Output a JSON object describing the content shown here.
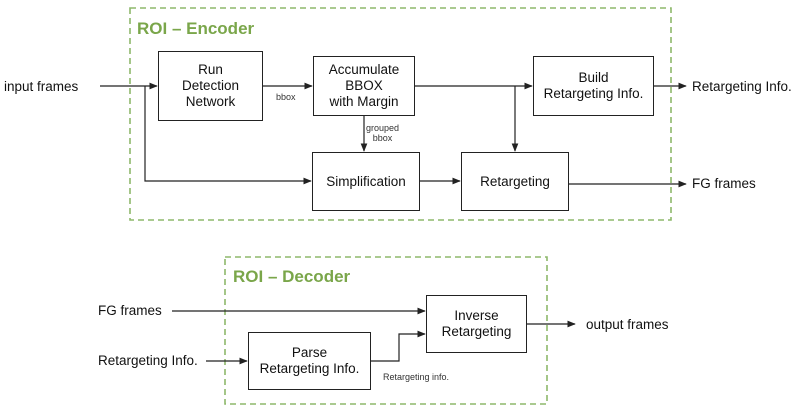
{
  "encoder": {
    "title": "ROI – Encoder",
    "boxes": {
      "run_detection": "Run\nDetection\nNetwork",
      "accumulate": "Accumulate\nBBOX\nwith Margin",
      "build_info": "Build\nRetargeting Info.",
      "simplification": "Simplification",
      "retargeting": "Retargeting"
    },
    "edges": {
      "bbox": "bbox",
      "grouped_bbox": "grouped\nbbox"
    },
    "io": {
      "input": "input frames",
      "out_info": "Retargeting Info.",
      "out_fg": "FG frames"
    }
  },
  "decoder": {
    "title": "ROI – Decoder",
    "boxes": {
      "inverse": "Inverse\nRetargeting",
      "parse": "Parse\nRetargeting Info."
    },
    "edges": {
      "info": "Retargeting info."
    },
    "io": {
      "in_fg": "FG frames",
      "in_info": "Retargeting Info.",
      "output": "output frames"
    }
  },
  "colors": {
    "group_border": "#8db86b",
    "group_title": "#7aa64a",
    "line": "#222222"
  }
}
